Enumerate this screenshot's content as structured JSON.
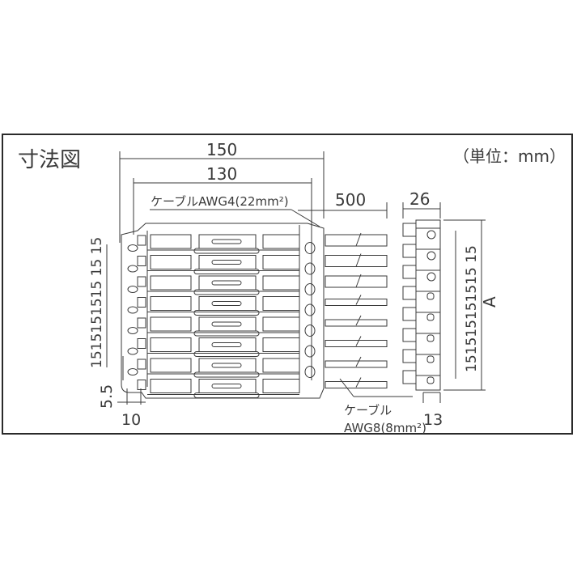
{
  "diagram": {
    "title": "寸法図",
    "unit_label": "（単位：mm）",
    "dimensions": {
      "overall_width": "150",
      "body_width": "130",
      "cable_length": "500",
      "side_width": "26",
      "side_bottom": "13",
      "side_height_label": "A",
      "left_pitch_labels": [
        "15",
        "15",
        "15",
        "15",
        "15",
        "15",
        "15"
      ],
      "left_pitch_text": "1515151515 15 15",
      "right_pitch_text": "151515151515 15",
      "bottom_offset": "5.5",
      "bottom_left": "10"
    },
    "callouts": {
      "cable_top": "ケーブルAWG4(22mm²)",
      "cable_bottom_line1": "ケーブル",
      "cable_bottom_line2": "AWG8(8mm²)"
    },
    "colors": {
      "line": "#3a3a3a",
      "frame": "#2a2a2a",
      "background": "#ffffff"
    }
  }
}
